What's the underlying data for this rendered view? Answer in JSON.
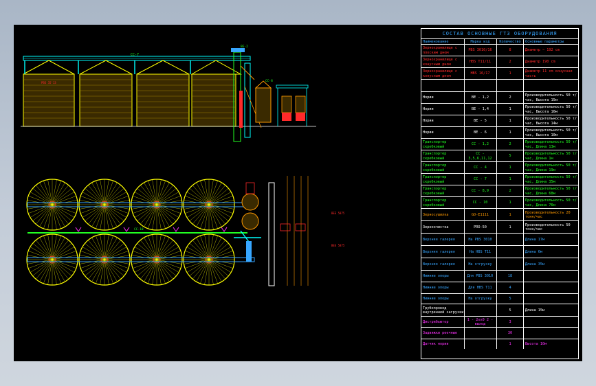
{
  "labels": {
    "top_conveyor": "СС-7",
    "conveyor_2": "СС-8",
    "elevator_top": "ВЕ-2",
    "silo_label": "PBS 35'13",
    "bottom_conveyor": "СС-10",
    "red_note_a": "ВЕЕ 5875",
    "red_note_b": "ВЕЕ 5875"
  },
  "colors": {
    "table_border": "#ffffff",
    "blue": "#37a6ff",
    "red": "#ff2a2a",
    "yellow": "#ffff00",
    "green": "#22ff22",
    "white": "#ffffff",
    "magenta": "#ff33ff",
    "cyan": "#00ffff",
    "orange": "#ff9a00"
  },
  "spec_table": {
    "title": "СОСТАВ ОСНОВНЫЕ ГТЗ ОБОРУДОВАНИЯ",
    "header": [
      "Наименование",
      "Марка изд",
      "Количество",
      "Основные параметры"
    ],
    "rows": [
      {
        "cells": [
          "Зернохранилище с плоским дном",
          "PBS 3010/16",
          "8",
          "Диаметр ~ 192 cm"
        ],
        "color": "#ff2a2a"
      },
      {
        "cells": [
          "Зернохранилище с конусным дном",
          "HBS T11/11",
          "2",
          "Диаметр 190 cm"
        ],
        "color": "#ff2a2a"
      },
      {
        "cells": [
          "Зернохранилище с конусным дном",
          "HBS 16/17",
          "1",
          "Диаметр 11 cm конусная часть"
        ],
        "color": "#ff2a2a"
      },
      {
        "cells": [
          "",
          "",
          "",
          ""
        ],
        "color": "#ffffff"
      },
      {
        "cells": [
          "Нории",
          "ВЕ - 1,2",
          "2",
          "Производительность 50 т/час, Высота 15м"
        ],
        "color": "#ffffff"
      },
      {
        "cells": [
          "Нории",
          "ВЕ - 1,4",
          "1",
          "Производительность 50 т/час, Высота 16м"
        ],
        "color": "#ffffff"
      },
      {
        "cells": [
          "Нории",
          "ВЕ - 5",
          "1",
          "Производительность 50 т/час, Высота 14м"
        ],
        "color": "#ffffff"
      },
      {
        "cells": [
          "Нории",
          "ВЕ - 6",
          "1",
          "Производительность 50 т/час, Высота 10м"
        ],
        "color": "#ffffff"
      },
      {
        "cells": [
          "Транспортер скребковый",
          "СС - 1,2",
          "2",
          "Производительность 50 т/час, Длина 13м"
        ],
        "color": "#22ff22"
      },
      {
        "cells": [
          "Транспортер скребковый",
          "СС - 3,5,6,11,12",
          "5",
          "Производительность 50 т/час, Длина 1м"
        ],
        "color": "#22ff22"
      },
      {
        "cells": [
          "Транспортер скребковый",
          "СС - 4",
          "1",
          "Производительность 50 т/час, Длина 19м"
        ],
        "color": "#22ff22"
      },
      {
        "cells": [
          "Транспортер скребковый",
          "СС - 7",
          "1",
          "Производительность 50 т/час, Длина 35м"
        ],
        "color": "#22ff22"
      },
      {
        "cells": [
          "Транспортер скребковый",
          "СС - 8,9",
          "2",
          "Производительность 50 т/час, Длина 68м"
        ],
        "color": "#22ff22"
      },
      {
        "cells": [
          "Транспортер скребковый",
          "СС - 10",
          "1",
          "Производительность 50 т/час, Длина 76м"
        ],
        "color": "#22ff22"
      },
      {
        "cells": [
          "Зерносушилка",
          "GD-E1111",
          "1",
          "Производительность 20 тонн/час"
        ],
        "color": "#ff9a00"
      },
      {
        "cells": [
          "Зерноочистка",
          "PRO-50",
          "1",
          "Производительность 50 тонн/час"
        ],
        "color": "#ffffff"
      },
      {
        "cells": [
          "Верхняя галерея",
          "На PBS 3010",
          "",
          "Длина 17м"
        ],
        "color": "#37a6ff"
      },
      {
        "cells": [
          "Верхняя галерея",
          "На HBS T11",
          "",
          "Длина 6м"
        ],
        "color": "#37a6ff"
      },
      {
        "cells": [
          "Верхняя галерея",
          "На отгрузку",
          "",
          "Длина 35м"
        ],
        "color": "#37a6ff"
      },
      {
        "cells": [
          "Нижние опоры",
          "Для PBS 3010",
          "18",
          ""
        ],
        "color": "#37a6ff"
      },
      {
        "cells": [
          "Нижние опоры",
          "Для HBS T11",
          "4",
          ""
        ],
        "color": "#37a6ff"
      },
      {
        "cells": [
          "Нижние опоры",
          "На отгрузку",
          "5",
          ""
        ],
        "color": "#37a6ff"
      },
      {
        "cells": [
          "Трубопровод внутренней загрузки",
          "",
          "5",
          "Длина 15м"
        ],
        "color": "#ffffff"
      },
      {
        "cells": [
          "Дистрибьютор",
          "1 - 2хх0  2 - выход",
          "3",
          ""
        ],
        "color": "#ff33ff"
      },
      {
        "cells": [
          "Задвижки реечные",
          "",
          "30",
          ""
        ],
        "color": "#ff33ff"
      },
      {
        "cells": [
          "Датчик нории",
          "",
          "1",
          "Высота 10м"
        ],
        "color": "#ff33ff"
      }
    ]
  }
}
